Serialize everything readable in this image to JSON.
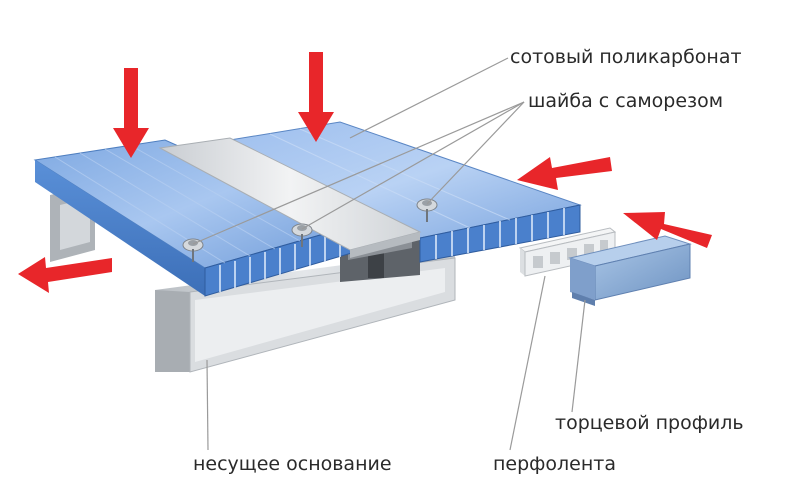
{
  "labels": {
    "polycarbonate": "сотовый поликарбонат",
    "washer": "шайба с  саморезом",
    "end_profile": "торцевой профиль",
    "base": "несущее основание",
    "tape": "перфолента"
  },
  "colors": {
    "sheet_top": "#8fb6e8",
    "sheet_side": "#4f86d0",
    "base_metal": "#c9cdd1",
    "cover_strip": "#e3e6e8",
    "end_profile": "#8db0d8",
    "arrow": "#e8262a",
    "leader": "#9a9a9a"
  }
}
